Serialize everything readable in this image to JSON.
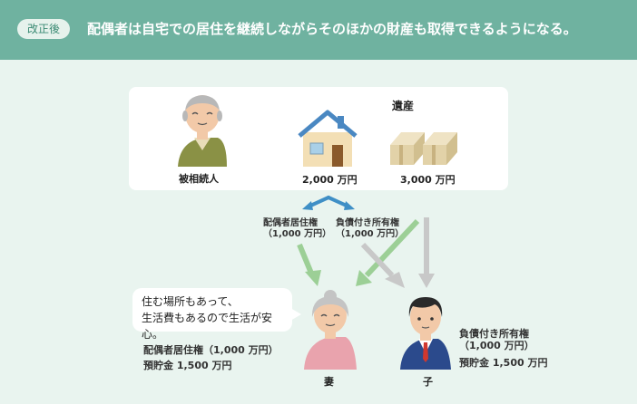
{
  "header": {
    "badge": "改正後",
    "headline": "配偶者は自宅での居住を継続しながらそのほかの財産も取得できるようになる。"
  },
  "estate": {
    "title": "遺産",
    "decedent_label": "被相続人",
    "house_value": "2,000 万円",
    "cash_value": "3,000 万円"
  },
  "rights": {
    "residence_right_line1": "配偶者居住権",
    "residence_right_line2": "（1,000 万円）",
    "burdened_ownership_line1": "負債付き所有権",
    "burdened_ownership_line2": "（1,000 万円）"
  },
  "wife": {
    "speech_line1": "住む場所もあって、",
    "speech_line2": "生活費もあるので生活が安心。",
    "inherit_line1": "配偶者居住権（1,000 万円）",
    "inherit_line2": "預貯金 1,500 万円",
    "label": "妻"
  },
  "child": {
    "inherit_line1": "負債付き所有権",
    "inherit_line2": "（1,000 万円）",
    "inherit_line3": "預貯金 1,500 万円",
    "label": "子"
  },
  "colors": {
    "header": "#6fb2a0",
    "background": "#e9f4ef",
    "green_arrow": "#9ccf96",
    "gray_arrow": "#c8c8c8",
    "blue_arrow": "#3f8fc6"
  }
}
